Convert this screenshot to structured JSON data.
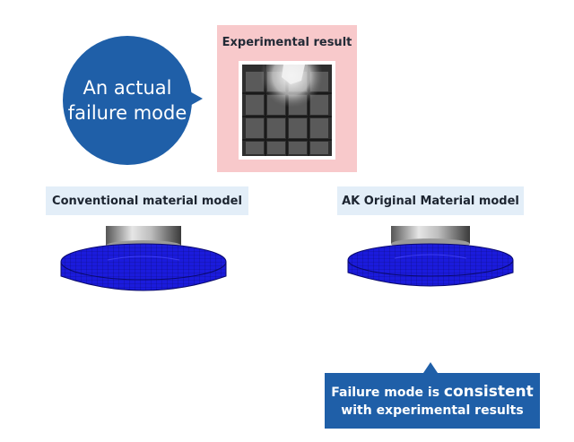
{
  "bubble": {
    "text": "An actual\nfailure mode"
  },
  "experiment": {
    "title": "Experimental result"
  },
  "models": {
    "left_label": "Conventional material model",
    "right_label": "AK Original Material model"
  },
  "callout": {
    "line1_prefix": "Failure mode is ",
    "line1_emphasis": "consistent",
    "line2": "with experimental results"
  },
  "colors": {
    "accent_blue": "#1f5fa8",
    "panel_pink": "#f8c9cb",
    "label_bg": "#e3eef8",
    "mesh_blue": "#1a1ad6"
  }
}
